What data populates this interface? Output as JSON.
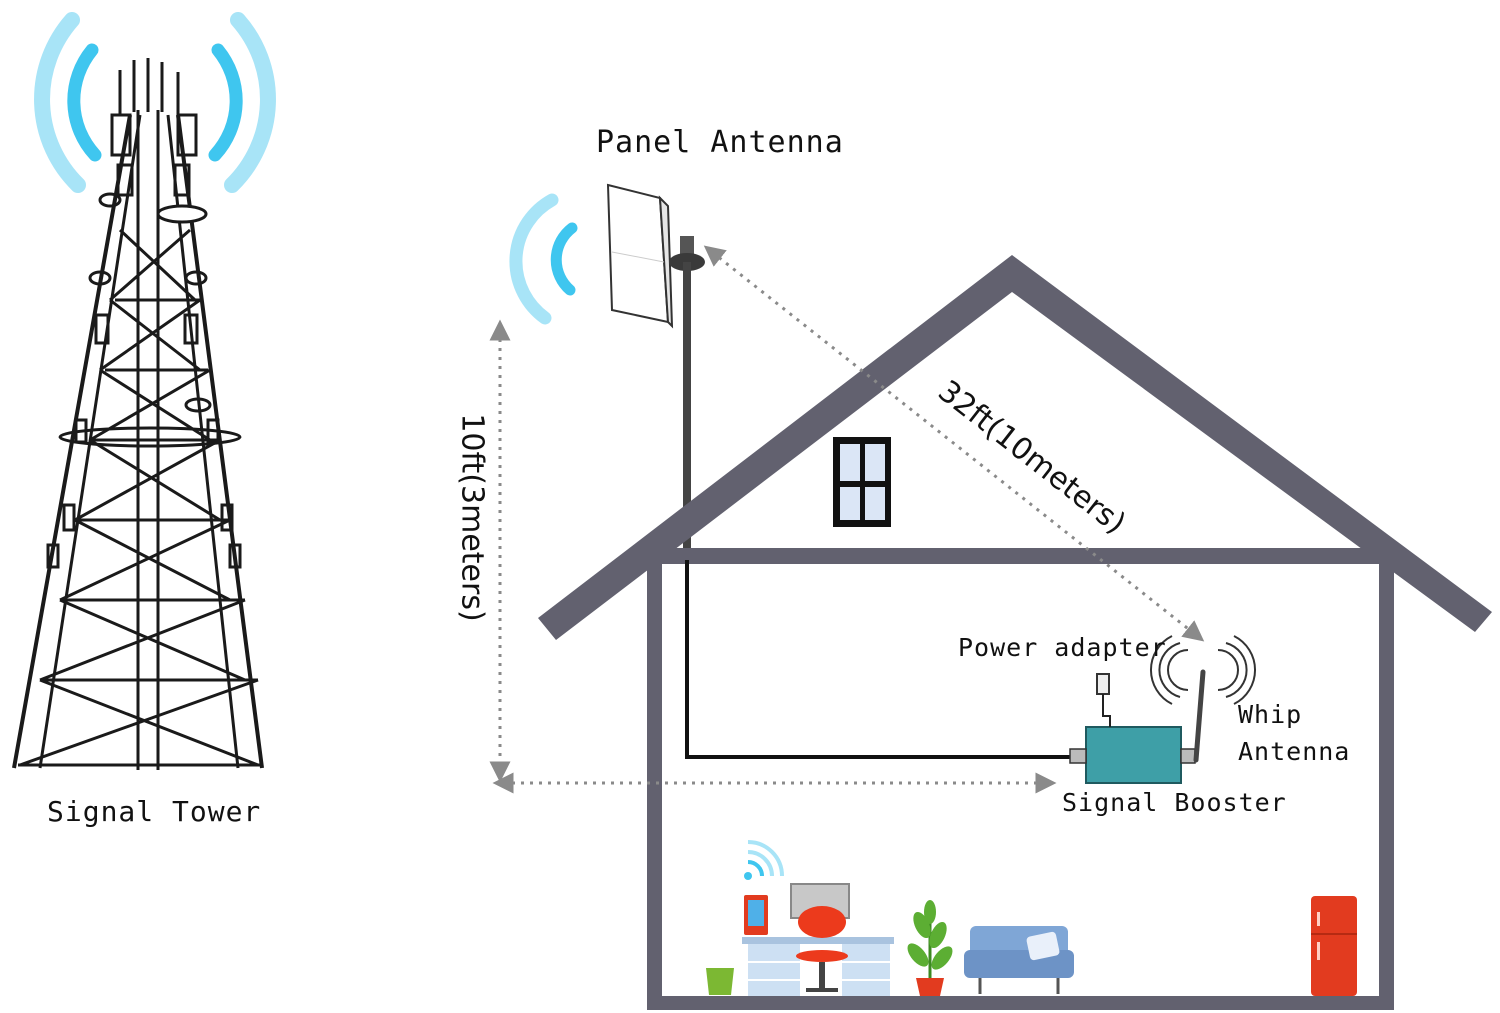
{
  "labels": {
    "tower": "Signal Tower",
    "panel_antenna": "Panel Antenna",
    "power_adapter": "Power adapter",
    "whip_antenna_line1": "Whip",
    "whip_antenna_line2": "Antenna",
    "signal_booster": "Signal Booster",
    "vertical_distance": "10ft(3meters)",
    "diagonal_distance": "32ft(10meters)"
  },
  "colors": {
    "house_outline": "#62616f",
    "wave_light": "#a8e4f7",
    "wave_dark": "#3fc6ef",
    "booster": "#3e9fa7",
    "cable": "#111111",
    "dotted_arrow": "#8a8a8a",
    "chair": "#ec3a1c",
    "fridge": "#e23b1f",
    "sofa": "#7fa6d6",
    "desk": "#cde0f3",
    "plant": "#5cae33",
    "bin": "#7cb833"
  },
  "icons": [
    "signal-tower-icon",
    "wifi-waves-icon",
    "panel-antenna-icon",
    "house-icon",
    "window-icon",
    "signal-booster-icon",
    "power-adapter-icon",
    "whip-antenna-icon",
    "phone-icon",
    "monitor-icon",
    "chair-icon",
    "desk-icon",
    "plant-icon",
    "sofa-icon",
    "fridge-icon",
    "trash-bin-icon"
  ]
}
